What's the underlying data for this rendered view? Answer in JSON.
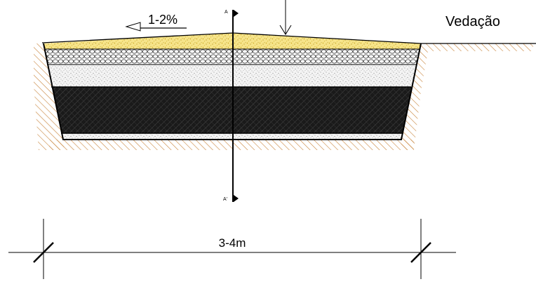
{
  "labels": {
    "slope": "1-2%",
    "seal": "Vedação",
    "section_top": "A",
    "section_bottom": "A'",
    "width": "3-4m"
  },
  "colors": {
    "sand": "#f2dc6b",
    "sand_dots": "#c9a21a",
    "soil_hatch": "#c8843c",
    "dark_layer": "#1a1a1a",
    "gravel_dots": "#9a9a9a"
  },
  "icons": {
    "slope_arrow": "arrow-left-icon",
    "load_arrow": "arrow-down-icon"
  }
}
